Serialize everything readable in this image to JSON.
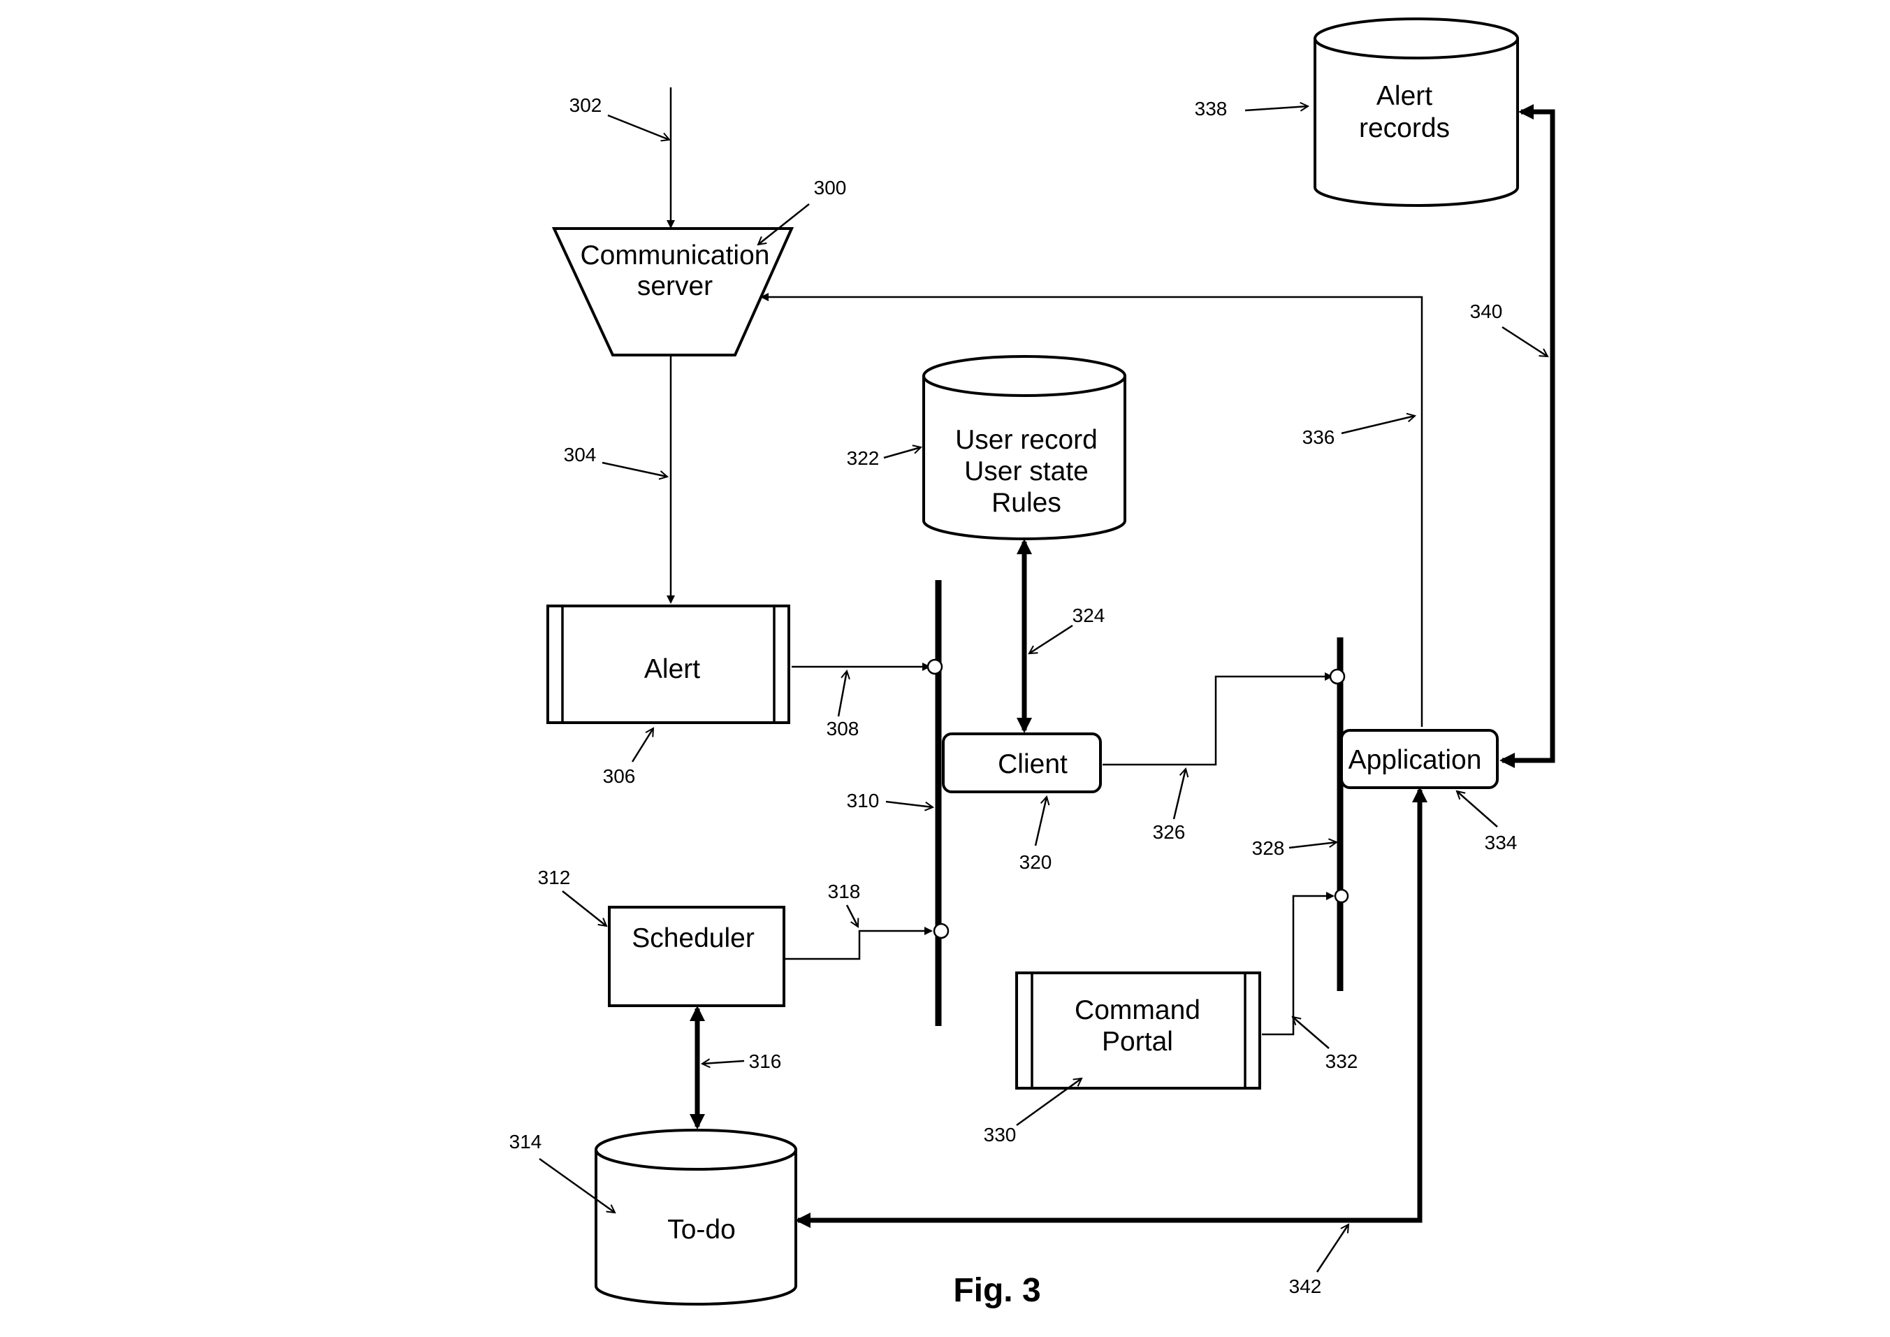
{
  "nodes": {
    "alert_records": [
      "Alert",
      "records"
    ],
    "communication_server": [
      "Communication",
      "server"
    ],
    "user_db": [
      "User record",
      "User state",
      "Rules"
    ],
    "alert": "Alert",
    "client": "Client",
    "application": "Application",
    "scheduler": "Scheduler",
    "command_portal": [
      "Command",
      "Portal"
    ],
    "todo": "To-do"
  },
  "refs": {
    "r300": "300",
    "r302": "302",
    "r304": "304",
    "r306": "306",
    "r308": "308",
    "r310": "310",
    "r312": "312",
    "r314": "314",
    "r316": "316",
    "r318": "318",
    "r320": "320",
    "r322": "322",
    "r324": "324",
    "r326": "326",
    "r328": "328",
    "r330": "330",
    "r332": "332",
    "r334": "334",
    "r336": "336",
    "r338": "338",
    "r340": "340",
    "r342": "342"
  },
  "caption": "Fig. 3"
}
